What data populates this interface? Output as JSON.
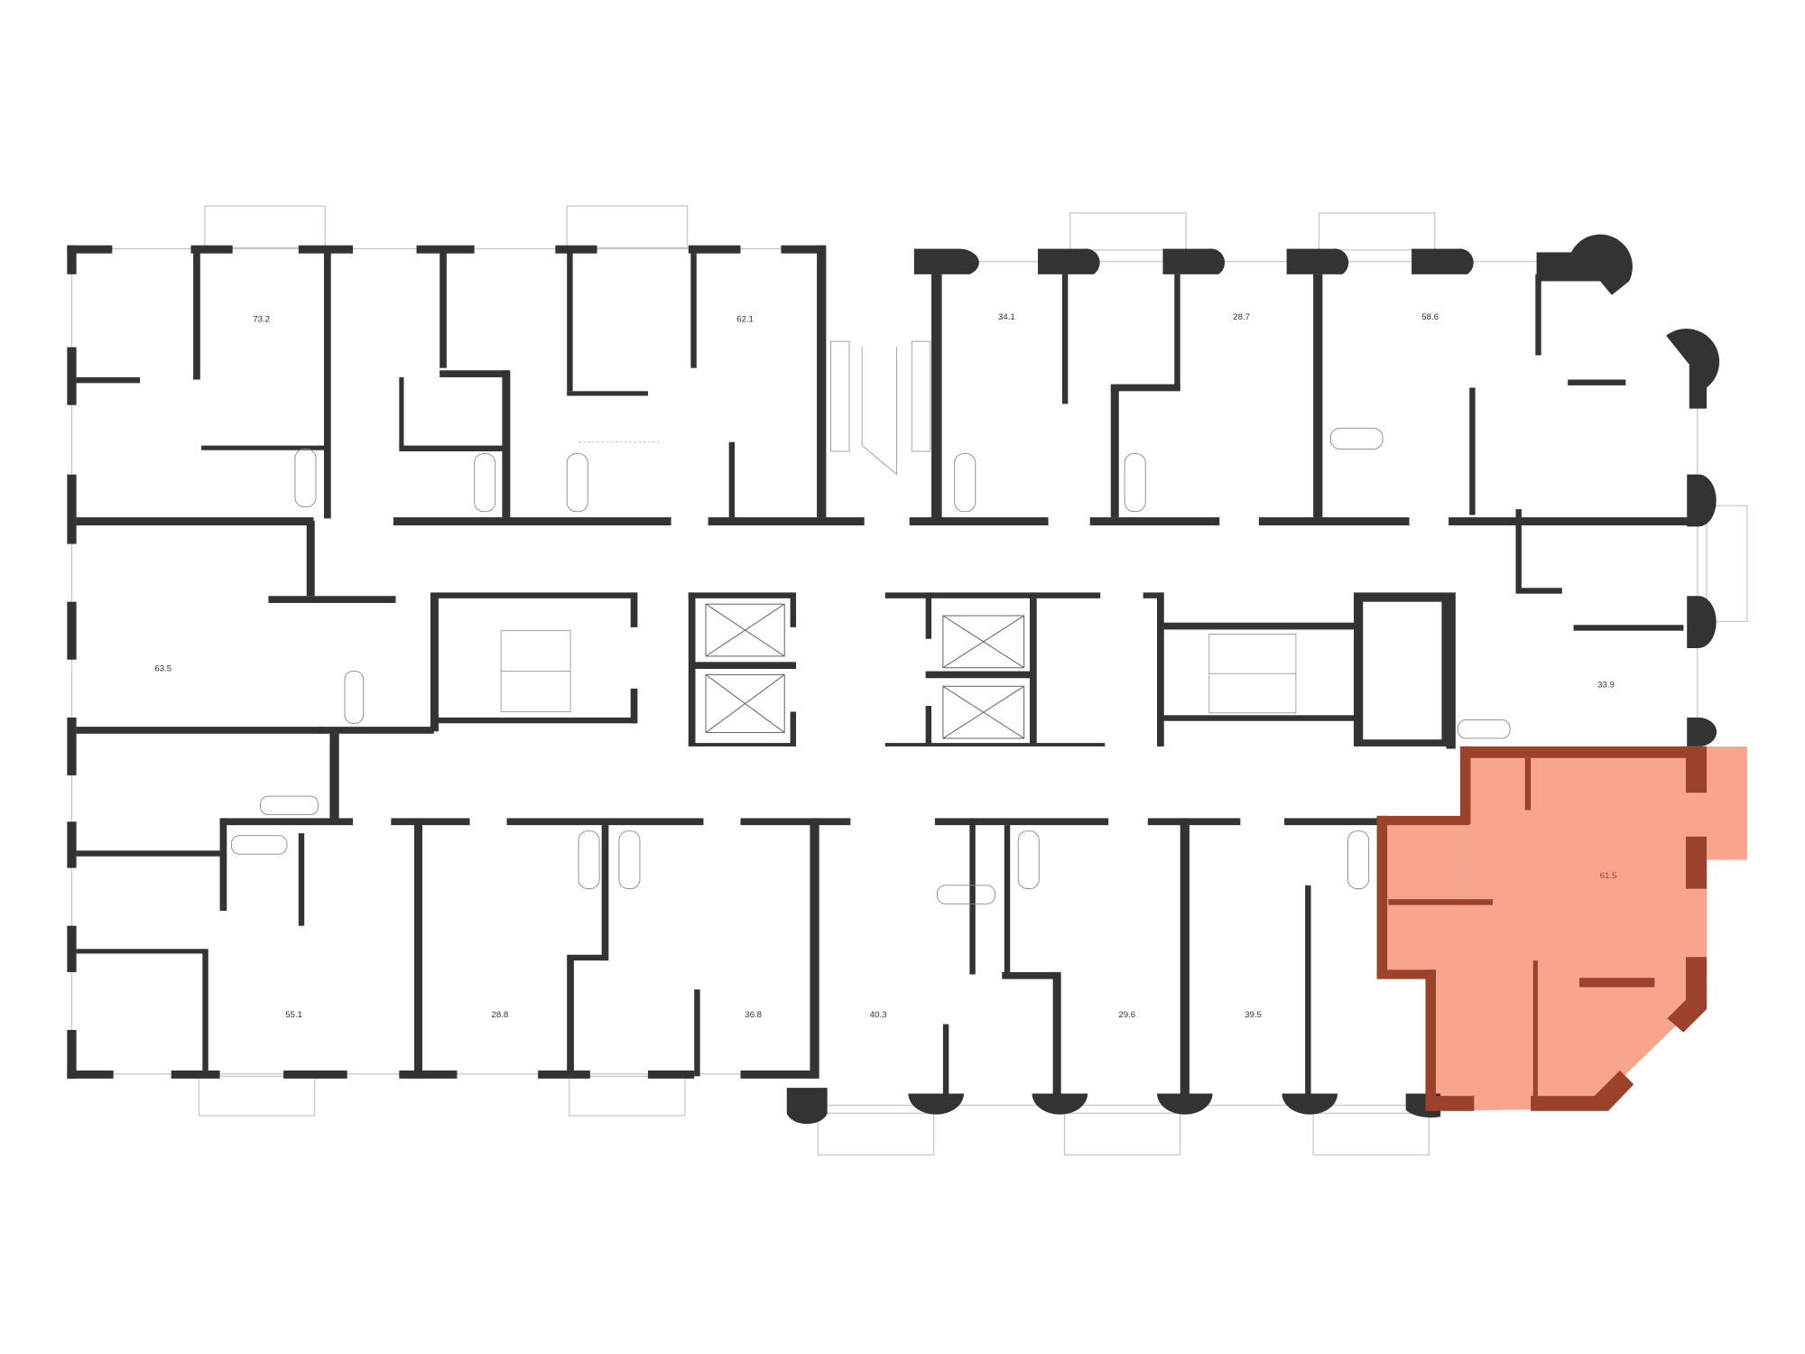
{
  "plan": {
    "highlight_color": "#f9a58e",
    "highlight_wall_color": "#9c412a",
    "wall_color": "#333333",
    "apartments": [
      {
        "id": "a1",
        "area": "73.2"
      },
      {
        "id": "a2",
        "area": "62.1"
      },
      {
        "id": "a3",
        "area": "34.1"
      },
      {
        "id": "a4",
        "area": "28.7"
      },
      {
        "id": "a5",
        "area": "58.6"
      },
      {
        "id": "a6",
        "area": "63.5"
      },
      {
        "id": "a7",
        "area": "33.9"
      },
      {
        "id": "a8",
        "area": "61.5",
        "highlighted": true
      },
      {
        "id": "a9",
        "area": "55.1"
      },
      {
        "id": "a10",
        "area": "28.8"
      },
      {
        "id": "a11",
        "area": "36.8"
      },
      {
        "id": "a12",
        "area": "40.3"
      },
      {
        "id": "a13",
        "area": "29.6"
      },
      {
        "id": "a14",
        "area": "39.5"
      }
    ]
  }
}
